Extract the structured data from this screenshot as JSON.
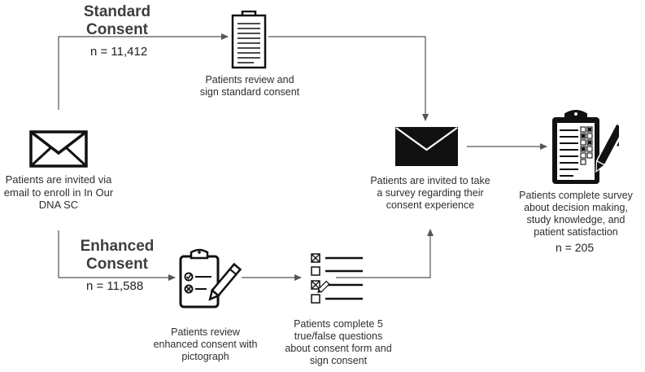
{
  "standard": {
    "title_line1": "Standard",
    "title_line2": "Consent",
    "n": "n = 11,412",
    "step_caption_line1": "Patients review and",
    "step_caption_line2": "sign standard consent"
  },
  "enhanced": {
    "title_line1": "Enhanced",
    "title_line2": "Consent",
    "n": "n = 11,588",
    "review_caption_line1": "Patients review",
    "review_caption_line2": "enhanced consent with",
    "review_caption_line3": "pictograph",
    "questions_caption_line1": "Patients complete 5",
    "questions_caption_line2": "true/false questions",
    "questions_caption_line3": "about consent form and",
    "questions_caption_line4": "sign consent"
  },
  "invite": {
    "caption_line1": "Patients are invited via",
    "caption_line2": "email to enroll in In Our",
    "caption_line3": "DNA SC"
  },
  "survey_invite": {
    "caption_line1": "Patients are invited to take",
    "caption_line2": "a survey regarding their",
    "caption_line3": "consent experience"
  },
  "survey_complete": {
    "caption_line1": "Patients complete survey",
    "caption_line2": "about decision making,",
    "caption_line3": "study knowledge, and",
    "caption_line4": "patient satisfaction",
    "n": "n = 205"
  },
  "icons": {
    "invite": "envelope-outline-icon",
    "standard_doc": "document-icon",
    "enhanced_doc": "clipboard-pencil-icon",
    "questions": "checklist-icon",
    "survey_invite": "envelope-filled-icon",
    "survey_complete": "clipboard-checklist-icon"
  },
  "colors": {
    "line": "#555555",
    "icon": "#111111"
  }
}
